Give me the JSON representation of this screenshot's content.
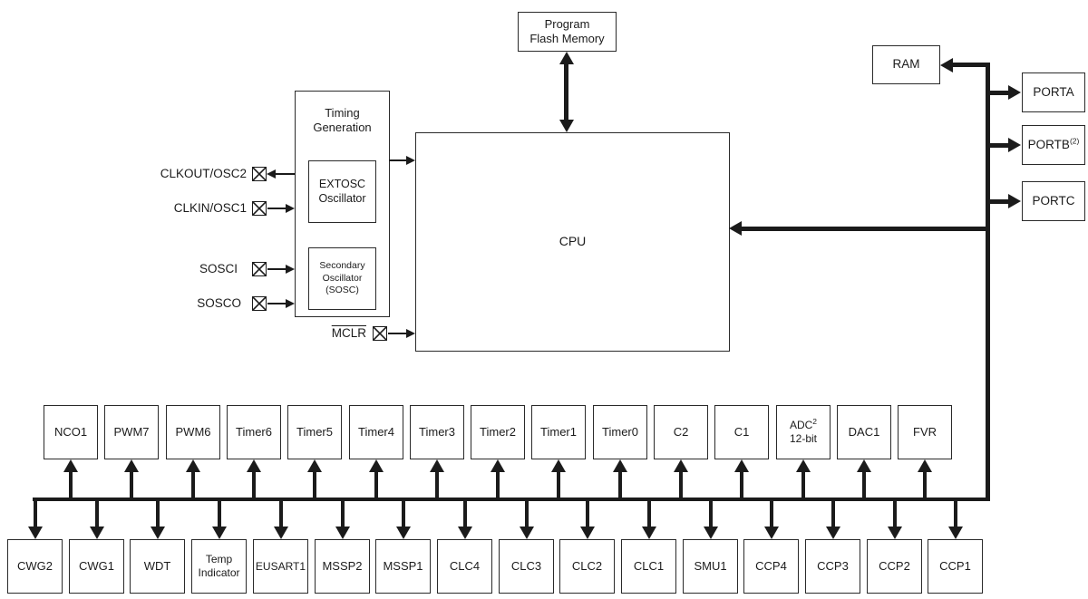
{
  "colors": {
    "line": "#1b1b1b",
    "background": "#ffffff"
  },
  "cpu": {
    "label": "CPU"
  },
  "memory": {
    "program_flash": {
      "line1": "Program",
      "line2": "Flash Memory"
    },
    "ram": {
      "label": "RAM"
    }
  },
  "ports": {
    "porta": {
      "label": "PORTA"
    },
    "portb": {
      "label": "PORTB",
      "sup": "(2)"
    },
    "portc": {
      "label": "PORTC"
    }
  },
  "timing": {
    "title_line1": "Timing",
    "title_line2": "Generation",
    "extosc": {
      "line1": "EXTOSC",
      "line2": "Oscillator"
    },
    "sosc": {
      "line1": "Secondary",
      "line2": "Oscillator",
      "line3": "(SOSC)"
    }
  },
  "pins": {
    "clkout": {
      "label": "CLKOUT/OSC2"
    },
    "clkin": {
      "label": "CLKIN/OSC1"
    },
    "sosci": {
      "label": "SOSCI"
    },
    "sosco": {
      "label": "SOSCO"
    },
    "mclr": {
      "label": "MCLR"
    }
  },
  "peripherals": {
    "row1": [
      {
        "label": "NCO1"
      },
      {
        "label": "PWM7"
      },
      {
        "label": "PWM6"
      },
      {
        "label": "Timer6"
      },
      {
        "label": "Timer5"
      },
      {
        "label": "Timer4"
      },
      {
        "label": "Timer3"
      },
      {
        "label": "Timer2"
      },
      {
        "label": "Timer1"
      },
      {
        "label": "Timer0"
      },
      {
        "label": "C2"
      },
      {
        "label": "C1"
      },
      {
        "label": "ADC",
        "sup": "2",
        "line2": "12-bit"
      },
      {
        "label": "DAC1"
      },
      {
        "label": "FVR"
      }
    ],
    "row2": [
      {
        "label": "CWG2"
      },
      {
        "label": "CWG1"
      },
      {
        "label": "WDT"
      },
      {
        "line1": "Temp",
        "line2": "Indicator"
      },
      {
        "label": "EUSART1"
      },
      {
        "label": "MSSP2"
      },
      {
        "label": "MSSP1"
      },
      {
        "label": "CLC4"
      },
      {
        "label": "CLC3"
      },
      {
        "label": "CLC2"
      },
      {
        "label": "CLC1"
      },
      {
        "label": "SMU1"
      },
      {
        "label": "CCP4"
      },
      {
        "label": "CCP3"
      },
      {
        "label": "CCP2"
      },
      {
        "label": "CCP1"
      }
    ]
  }
}
